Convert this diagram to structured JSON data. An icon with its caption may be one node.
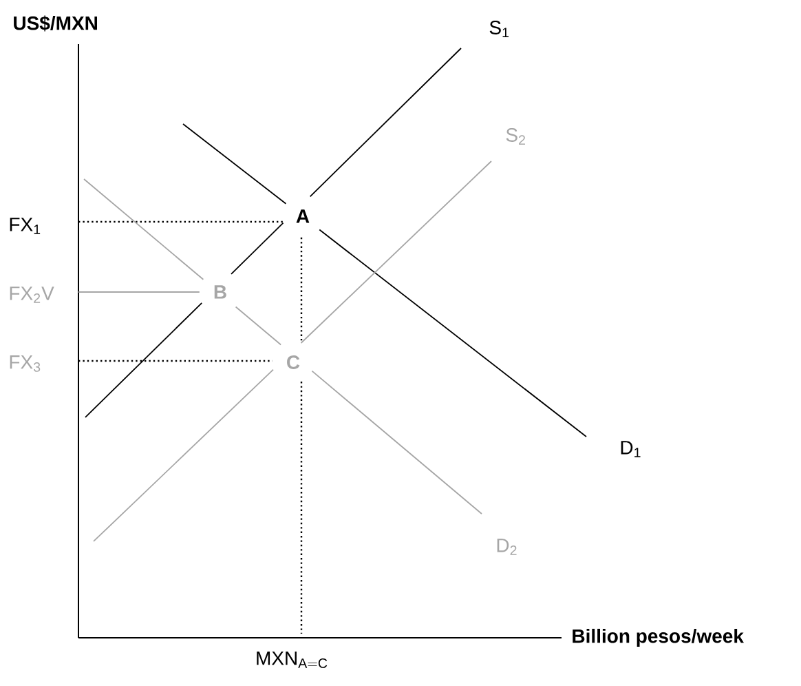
{
  "diagram": {
    "labels": [
      "US$/MXN",
      "S$_{1}$",
      "S$_{2}$",
      "FX$_{1}$",
      "A",
      "FX$_{2}$V",
      "B",
      "FX$_{3}$",
      "C",
      "D$_{1}$",
      "D$_{2}$",
      "Billion pesos/week",
      "\\mathsf{MXN}_{\\mathsf{A} = \\mathsf{C}}"
    ]
  }
}
